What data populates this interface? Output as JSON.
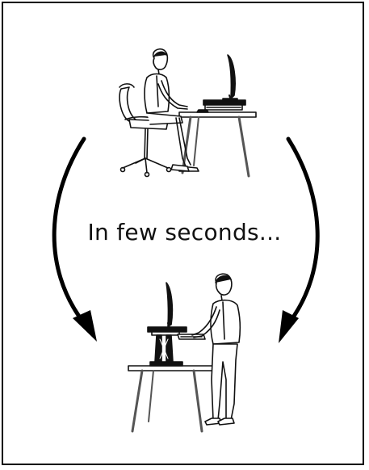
{
  "caption": "In few seconds...",
  "colors": {
    "frame": "#000000",
    "ink": "#111111",
    "background": "#ffffff",
    "desk_leg": "#555555"
  },
  "illustrations": {
    "top": "seated-worker-at-desk-with-lowered-riser",
    "bottom": "standing-worker-at-desk-with-raised-riser",
    "arrows": [
      "curved-arrow-left-down",
      "curved-arrow-right-down"
    ]
  }
}
